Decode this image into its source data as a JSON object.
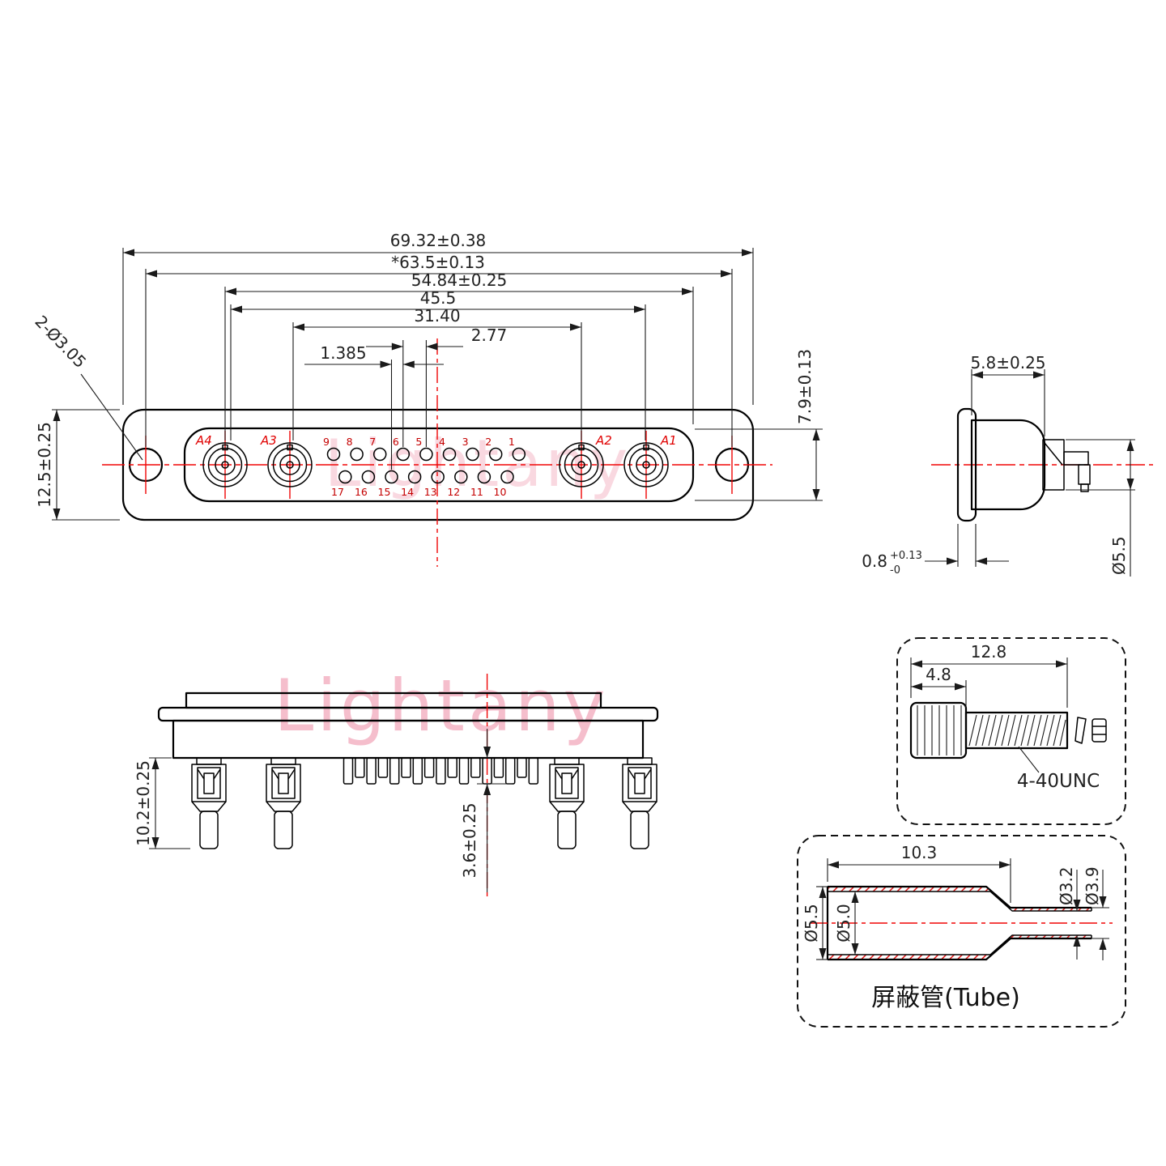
{
  "watermark": {
    "text": "Lightany"
  },
  "front_view": {
    "dim_total_width": "69.32±0.38",
    "dim_mount_holes": "*63.5±0.13",
    "dim_coax_span": "54.84±0.25",
    "dim_inner_span": "45.5",
    "dim_pin_field": "31.40",
    "dim_pitch": "2.77",
    "dim_stagger": "1.385",
    "dim_height": "12.5±0.25",
    "dim_shell_height": "7.9±0.13",
    "hole_callout": "2-Ø3.05",
    "coax_labels": [
      "A4",
      "A3",
      "A2",
      "A1"
    ],
    "pins_top": [
      "9",
      "8",
      "7",
      "6",
      "5",
      "4",
      "3",
      "2",
      "1"
    ],
    "pins_bottom": [
      "17",
      "16",
      "15",
      "14",
      "13",
      "12",
      "11",
      "10"
    ]
  },
  "side_view": {
    "dim_body_depth": "5.8±0.25",
    "dim_flange_thickness_base": "0.8",
    "dim_flange_thickness_upper": "+0.13",
    "dim_flange_thickness_lower": "-0",
    "dim_barrel_dia": "Ø5.5"
  },
  "rear_view": {
    "dim_cup_length": "10.2±0.25",
    "dim_pin_tail": "3.6±0.25"
  },
  "screw_detail": {
    "dim_total_length": "12.8",
    "dim_head_length": "4.8",
    "thread_label": "4-40UNC"
  },
  "tube_detail": {
    "dim_length": "10.3",
    "dim_outer_dia": "Ø5.5",
    "dim_inner_dia": "Ø5.0",
    "dim_small_inner_dia": "Ø3.2",
    "dim_small_outer_dia": "Ø3.9",
    "label": "屏蔽管(Tube)"
  }
}
